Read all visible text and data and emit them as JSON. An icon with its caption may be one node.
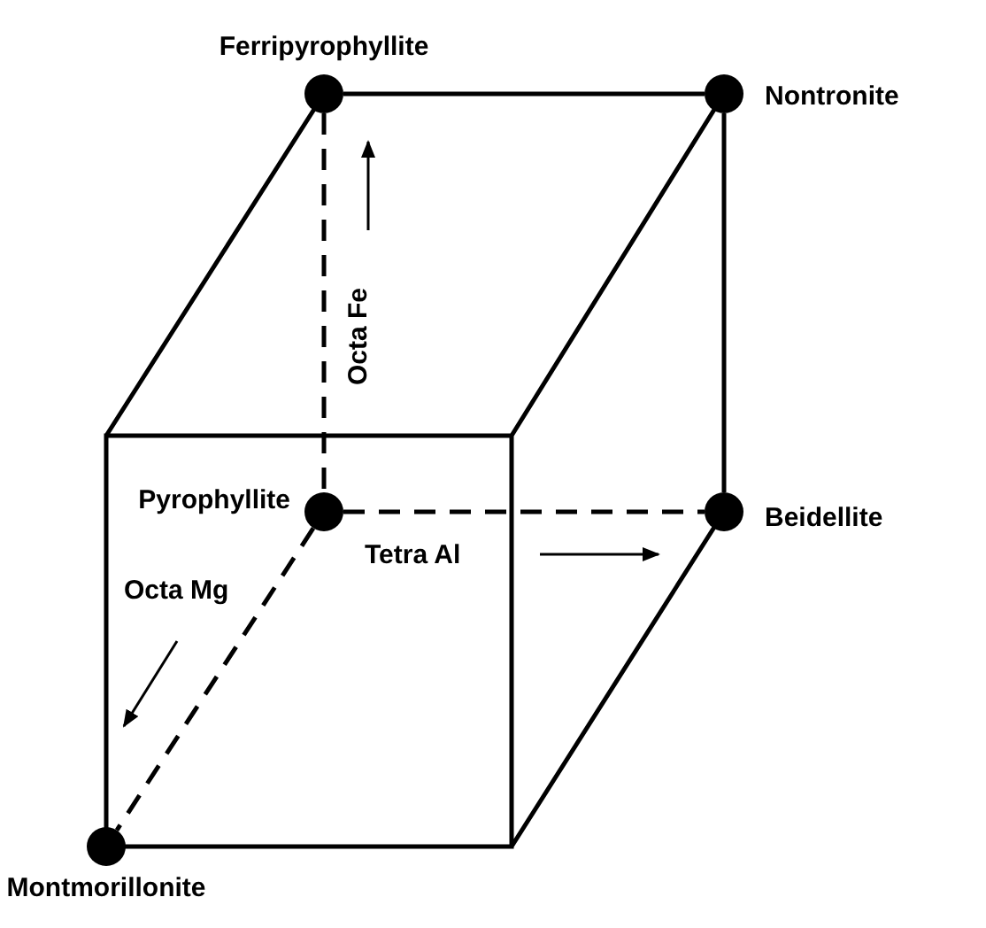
{
  "diagram": {
    "nodes": [
      {
        "text": [
          "Ferripyrophyllite"
        ]
      },
      {
        "text": [
          "Nontronite"
        ]
      },
      {
        "text": [
          "Pyrophyllite"
        ]
      },
      {
        "text": [
          "Beidellite"
        ]
      },
      {
        "text": [
          "Montmorillonite"
        ]
      }
    ],
    "edges": [
      {
        "from": 0,
        "to": 1,
        "arrow": "none"
      },
      {
        "from": 1,
        "to": 3,
        "arrow": "none"
      },
      {
        "from": 0,
        "to": 2,
        "arrow": "none",
        "style": "dashed"
      },
      {
        "from": 2,
        "to": 3,
        "arrow": "none",
        "style": "dashed"
      },
      {
        "from": 2,
        "to": 4,
        "arrow": "none",
        "style": "dashed"
      }
    ],
    "labels": [
      "Octa Fe",
      "Tetra Al",
      "Octa Mg"
    ]
  }
}
